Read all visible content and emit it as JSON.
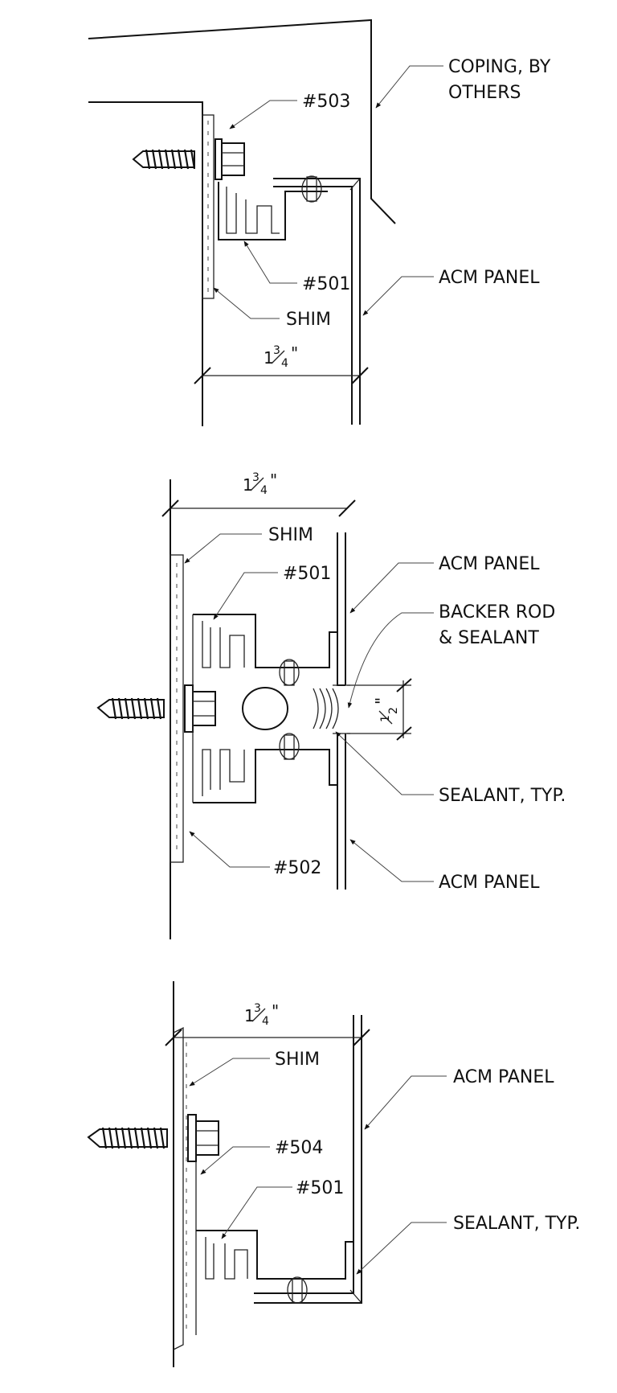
{
  "detail_top": {
    "labels": {
      "coping_line1": "COPING, BY",
      "coping_line2": "OTHERS",
      "fastener": "#503",
      "clip": "#501",
      "shim": "SHIM",
      "panel": "ACM PANEL"
    },
    "dimension": {
      "whole": "1",
      "num": "3",
      "den": "4",
      "unit": "\""
    }
  },
  "detail_middle": {
    "labels": {
      "shim": "SHIM",
      "clip": "#501",
      "panel_upper": "ACM PANEL",
      "backer_line1": "BACKER ROD",
      "backer_line2": "& SEALANT",
      "sealant": "SEALANT, TYP.",
      "fastener": "#502",
      "panel_lower": "ACM PANEL"
    },
    "dimension": {
      "whole": "1",
      "num": "3",
      "den": "4",
      "unit": "\""
    },
    "joint_dimension": {
      "num": "1",
      "den": "2",
      "unit": "\""
    }
  },
  "detail_bottom": {
    "labels": {
      "shim": "SHIM",
      "panel": "ACM PANEL",
      "fastener": "#504",
      "clip": "#501",
      "sealant": "SEALANT, TYP."
    },
    "dimension": {
      "whole": "1",
      "num": "3",
      "den": "4",
      "unit": "\""
    }
  }
}
